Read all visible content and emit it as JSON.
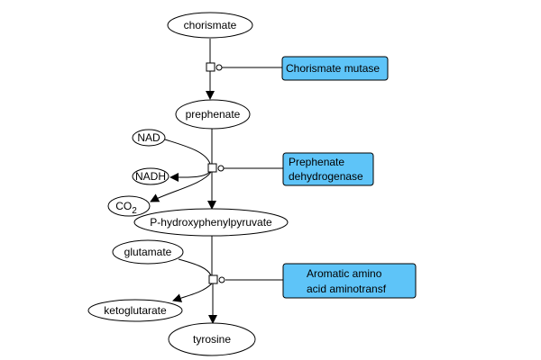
{
  "diagram": {
    "type": "metabolic-pathway",
    "metabolites": {
      "chorismate": "chorismate",
      "prephenate": "prephenate",
      "nad": "NAD",
      "nadh": "NADH",
      "co2": "CO",
      "co2_sub": "2",
      "php": "P-hydroxyphenylpyruvate",
      "glutamate": "glutamate",
      "ketoglutarate": "ketoglutarate",
      "tyrosine": "tyrosine"
    },
    "enzymes": {
      "chorismate_mutase": [
        "Chorismate mutase"
      ],
      "prephenate_dehydrogenase": [
        "Prephenate",
        "dehydrogenase"
      ],
      "aromatic_aminotransferase": [
        "Aromatic amino",
        "acid aminotransf"
      ]
    },
    "reactions": [
      {
        "enzyme": "Chorismate mutase",
        "substrates": [
          "chorismate"
        ],
        "products": [
          "prephenate"
        ]
      },
      {
        "enzyme": "Prephenate dehydrogenase",
        "substrates": [
          "prephenate",
          "NAD"
        ],
        "products": [
          "P-hydroxyphenylpyruvate",
          "NADH",
          "CO2"
        ]
      },
      {
        "enzyme": "Aromatic amino acid aminotransf",
        "substrates": [
          "P-hydroxyphenylpyruvate",
          "glutamate"
        ],
        "products": [
          "tyrosine",
          "ketoglutarate"
        ]
      }
    ],
    "colors": {
      "enzyme_fill": "#5ec4f8",
      "stroke": "#000000",
      "background": "#ffffff"
    }
  }
}
